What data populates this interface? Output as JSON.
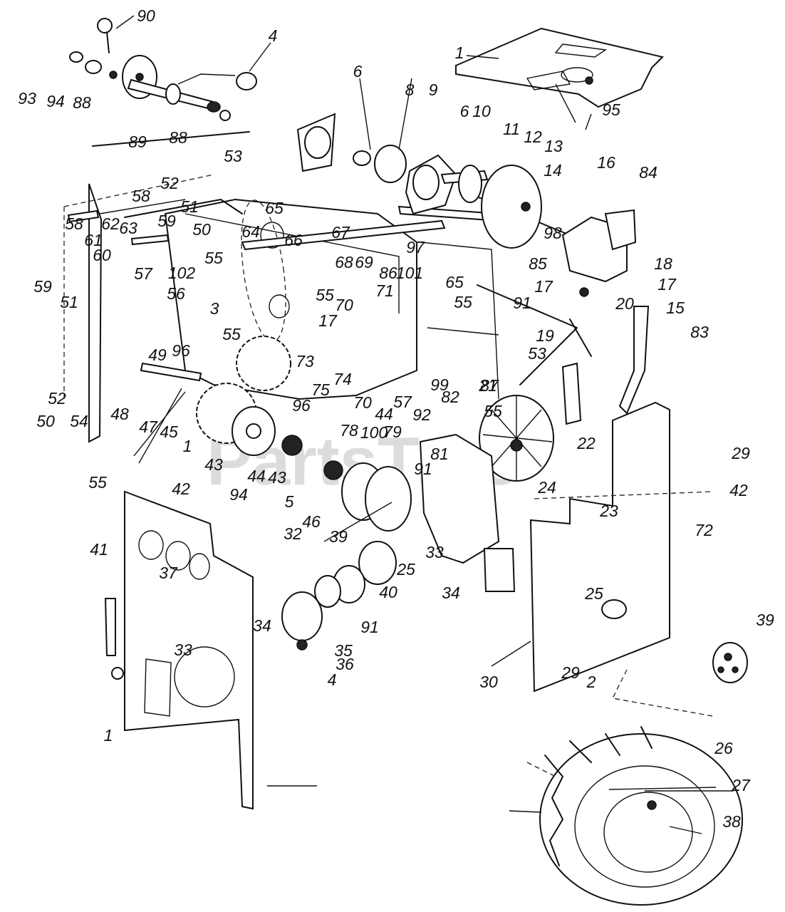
{
  "diagram": {
    "watermark": "PartsTree",
    "callouts": [
      "90",
      "93",
      "94",
      "88",
      "89",
      "88",
      "4",
      "1",
      "6",
      "8",
      "9",
      "6",
      "10",
      "11",
      "12",
      "13",
      "14",
      "95",
      "53",
      "52",
      "51",
      "50",
      "58",
      "59",
      "58",
      "62",
      "63",
      "61",
      "60",
      "59",
      "57",
      "55",
      "65",
      "64",
      "66",
      "67",
      "68",
      "69",
      "55",
      "86",
      "101",
      "102",
      "56",
      "3",
      "55",
      "96",
      "70",
      "71",
      "17",
      "65",
      "55",
      "87",
      "97",
      "98",
      "85",
      "17",
      "18",
      "17",
      "15",
      "16",
      "84",
      "91",
      "19",
      "20",
      "83",
      "53",
      "51",
      "52",
      "50",
      "54",
      "49",
      "48",
      "47",
      "45",
      "1",
      "55",
      "73",
      "75",
      "74",
      "96",
      "70",
      "44",
      "78",
      "57",
      "79",
      "92",
      "100",
      "99",
      "82",
      "55",
      "21",
      "22",
      "29",
      "42",
      "43",
      "44",
      "94",
      "43",
      "5",
      "81",
      "91",
      "24",
      "23",
      "72",
      "42",
      "46",
      "39",
      "32",
      "33",
      "25",
      "34",
      "40",
      "41",
      "37",
      "34",
      "91",
      "33",
      "35",
      "36",
      "4",
      "25",
      "39",
      "1",
      "30",
      "29",
      "2",
      "26",
      "27",
      "38"
    ]
  }
}
